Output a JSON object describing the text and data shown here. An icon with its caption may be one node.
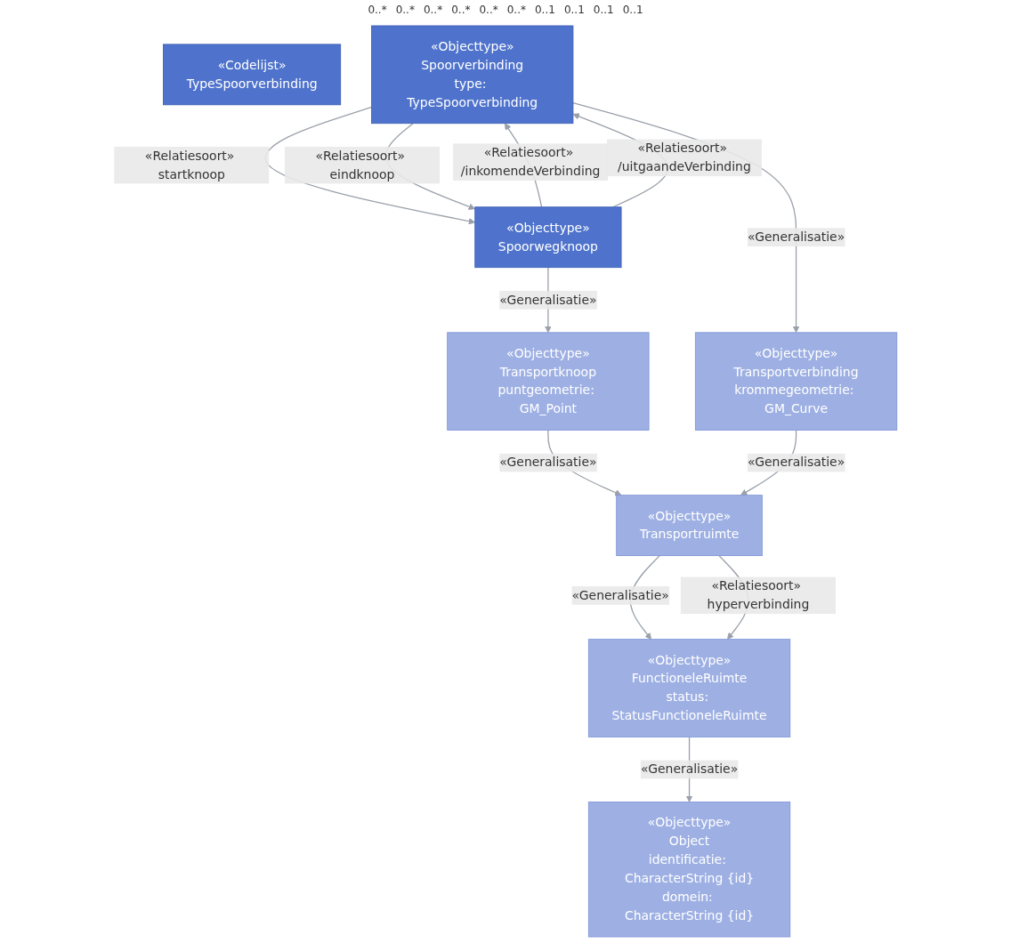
{
  "diagram": {
    "nodes": [
      {
        "text": [
          "«Objecttype»",
          "Object",
          "identificatie: CharacterString {id}",
          "domein: CharacterString {id}"
        ]
      },
      {
        "text": [
          "«Codelijst»",
          "TypeSpoorverbinding"
        ]
      },
      {
        "text": [
          "«Objecttype»",
          "FunctioneleRuimte",
          "status: StatusFunctioneleRuimte"
        ]
      },
      {
        "text": [
          "«Objecttype»",
          "Transportruimte"
        ]
      },
      {
        "text": [
          "«Objecttype»",
          "Transportverbinding",
          "krommegeometrie: GM_Curve"
        ]
      },
      {
        "text": [
          "«Objecttype»",
          "Transportknoop",
          "puntgeometrie: GM_Point"
        ]
      },
      {
        "text": [
          "«Objecttype»",
          "Spoorverbinding",
          "type: TypeSpoorverbinding"
        ]
      },
      {
        "text": [
          "«Objecttype»",
          "Spoorwegknoop"
        ]
      }
    ],
    "edges": [
      {
        "from": 2,
        "to": 0,
        "arrow": "to",
        "label": "«Generalisatie»"
      },
      {
        "from": 3,
        "to": 2,
        "arrow": "to",
        "label": "«Generalisatie»"
      },
      {
        "from": 3,
        "to": 2,
        "arrow": "to",
        "label": "«Relatiesoort» hyperverbinding"
      },
      {
        "from": 5,
        "to": 3,
        "arrow": "to",
        "label": "«Generalisatie»"
      },
      {
        "from": 4,
        "to": 3,
        "arrow": "to",
        "label": "«Generalisatie»"
      },
      {
        "from": 6,
        "to": 4,
        "arrow": "to",
        "label": "«Generalisatie»"
      },
      {
        "from": 7,
        "to": 5,
        "arrow": "to",
        "label": "«Generalisatie»"
      },
      {
        "from": 6,
        "to": 7,
        "arrow": "to",
        "label": "«Relatiesoort» startknoop"
      },
      {
        "from": 6,
        "to": 7,
        "arrow": "to",
        "label": "«Relatiesoort» eindknoop"
      },
      {
        "from": 7,
        "to": 6,
        "arrow": "to",
        "label": "«Relatiesoort» /inkomendeVerbinding"
      },
      {
        "from": 7,
        "to": 6,
        "arrow": "to",
        "label": "«Relatiesoort» /uitgaandeVerbinding"
      }
    ],
    "labels": [
      "0..*",
      "0..*",
      "0..*",
      "0..*",
      "0..*",
      "0..*",
      "0..1",
      "0..1",
      "0..1",
      "0..1"
    ]
  }
}
